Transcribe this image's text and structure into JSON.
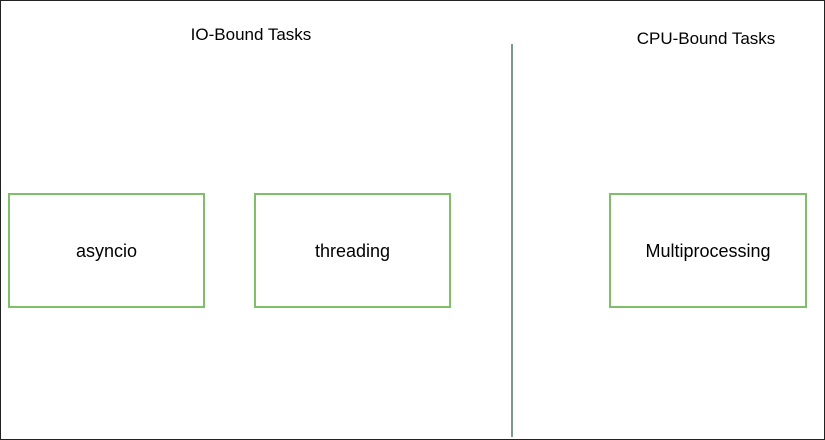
{
  "io_section": {
    "heading": "IO-Bound Tasks",
    "boxes": [
      {
        "label": "asyncio"
      },
      {
        "label": "threading"
      }
    ]
  },
  "cpu_section": {
    "heading": "CPU-Bound Tasks",
    "boxes": [
      {
        "label": "Multiprocessing"
      }
    ]
  },
  "colors": {
    "box_border": "#7fbf6a",
    "divider": "#7a9a8a",
    "frame_border": "#222222",
    "text": "#000000"
  }
}
